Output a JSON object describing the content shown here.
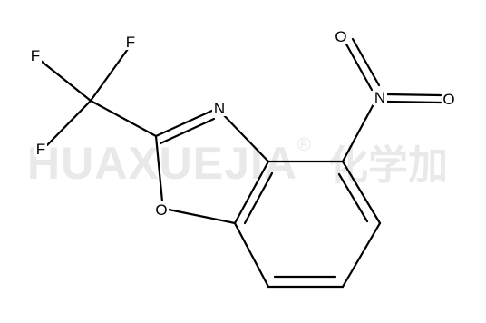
{
  "watermark": {
    "brand": "HUAXUEJIA",
    "registered_mark": "®",
    "brand_cn": "化学加"
  },
  "molecule": {
    "atoms": {
      "F_top": "F",
      "F_left": "F",
      "F_bottom": "F",
      "N_ring": "N",
      "O_ring": "O",
      "N_nitro": "N",
      "O_nitro_top": "O",
      "O_nitro_right": "O"
    }
  },
  "colors": {
    "bond": "#000000",
    "label": "#000000",
    "watermark": "#e9e9e9",
    "background": "#ffffff"
  }
}
